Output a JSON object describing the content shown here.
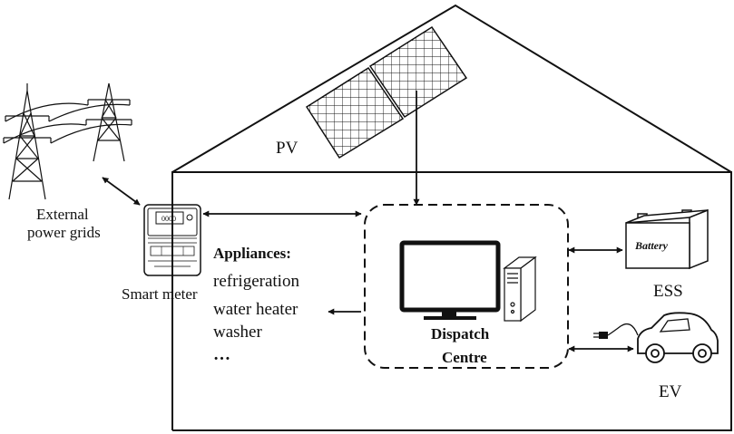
{
  "labels": {
    "pv": "PV",
    "external_grids_line1": "External",
    "external_grids_line2": "power grids",
    "smart_meter": "Smart meter",
    "appliances_title": "Appliances:",
    "appliances": [
      "refrigeration",
      "water heater",
      "washer",
      "…"
    ],
    "dispatch_line1": "Dispatch",
    "dispatch_line2": "Centre",
    "battery": "Battery",
    "ess": "ESS",
    "ev": "EV",
    "meter_display": "0000"
  },
  "colors": {
    "stroke": "#111111",
    "background": "#ffffff"
  }
}
